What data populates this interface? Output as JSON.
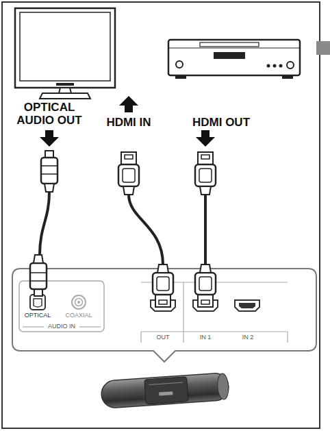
{
  "diagram": {
    "labels": [
      "OPTICAL AUDIO OUT",
      "HDMI IN",
      "HDMI OUT",
      "OPTICAL",
      "COAXIAL",
      "AUDIO IN",
      "OUT",
      "IN 1",
      "IN 2"
    ]
  }
}
